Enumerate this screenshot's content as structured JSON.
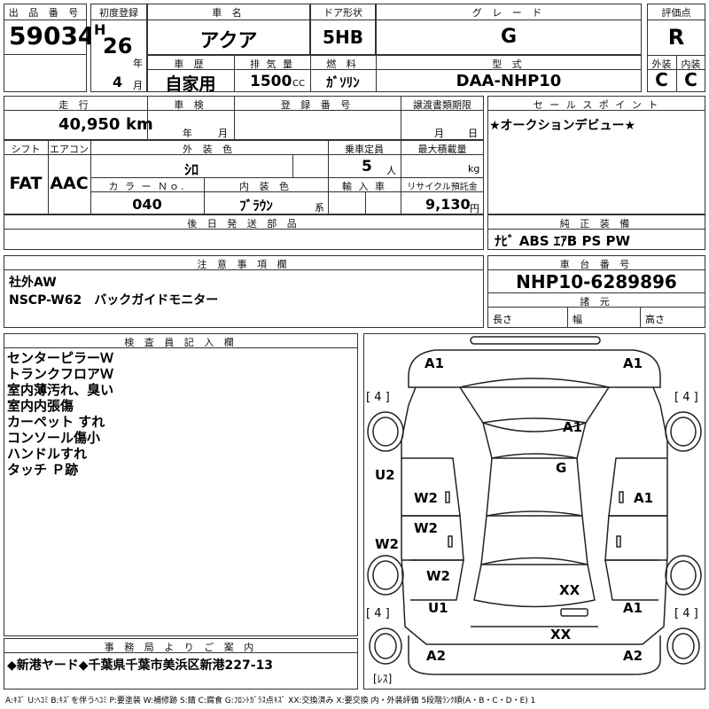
{
  "header": {
    "lot_label": "出 品 番 号",
    "lot_number": "59034",
    "first_reg_label": "初度登録",
    "era": "H",
    "year": "26",
    "year_unit": "年",
    "month": "4",
    "month_unit": "月",
    "car_name_label": "車 名",
    "car_name": "アクア",
    "door_label": "ドア形状",
    "door": "5HB",
    "grade_label": "グ レ ー ド",
    "grade": "G",
    "score_label": "評価点",
    "score": "R",
    "history_label": "車 歴",
    "history": "自家用",
    "displacement_label": "排 気 量",
    "displacement": "1500",
    "displacement_unit": "CC",
    "fuel_label": "燃 料",
    "fuel": "ｶﾞｿﾘﾝ",
    "model_label": "型 式",
    "model": "DAA-NHP10",
    "exterior_label": "外装",
    "exterior": "C",
    "interior_label": "内装",
    "interior": "C"
  },
  "row2": {
    "mileage_label": "走 行",
    "mileage": "40,950",
    "mileage_unit": "km",
    "inspection_label": "車 検",
    "insp_year_unit": "年",
    "insp_month_unit": "月",
    "reg_label": "登 録 番 号",
    "transfer_label": "譲渡書類期限",
    "transfer_month_unit": "月",
    "transfer_day_unit": "日",
    "sales_point_label": "セ ー ル ス ポ イ ン ト",
    "sales_point": "★オークションデビュー★"
  },
  "row3": {
    "shift_label": "シフト",
    "shift": "FAT",
    "ac_label": "エアコン",
    "ac": "AAC",
    "ext_color_label": "外 装 色",
    "ext_color": "ｼﾛ",
    "capacity_label": "乗車定員",
    "capacity": "5",
    "capacity_unit": "人",
    "max_load_label": "最大積載量",
    "max_load_unit": "kg",
    "color_no_label": "カ ラ ー Ｎｏ.",
    "color_no": "040",
    "int_color_label": "内 装 色",
    "int_color": "ﾌﾞﾗｳﾝ",
    "int_color_unit": "系",
    "import_label": "輸 入 車",
    "recycle_label": "リサイクル預託金",
    "recycle": "9,130",
    "recycle_unit": "円",
    "later_parts_label": "後 日 発 送 部 品",
    "equipment_label": "純 正 装 備",
    "equipment": "ﾅﾋﾞ  ABS  ｴｱB  PS  PW"
  },
  "notes": {
    "label": "注 意 事 項 欄",
    "lines": [
      "社外AW",
      "NSCP-W62　バックガイドモニター"
    ]
  },
  "chassis": {
    "label": "車 台 番 号",
    "number": "NHP10-6289896",
    "dims_label": "諸 元",
    "length_label": "長さ",
    "width_label": "幅",
    "height_label": "高さ"
  },
  "inspector": {
    "label": "検 査 員 記 入 欄",
    "lines": [
      "センターピラーＷ",
      "トランクフロアＷ",
      "室内薄汚れ、臭い",
      "室内内張傷",
      "カーペット すれ",
      "コンソール傷小",
      "ハンドルすれ",
      "タッチ Ｐ跡"
    ]
  },
  "office": {
    "label": "事 務 局 よ り ご 案 内",
    "message": "◆新港ヤード◆千葉県千葉市美浜区新港227-13"
  },
  "diagram": {
    "tire_labels": [
      "[ 4 ]",
      "[ 4 ]",
      "[ 4 ]",
      "[ 4 ]"
    ],
    "spare_label": "[ﾚｽ]",
    "damage_marks": {
      "front_left": "A1",
      "front_right": "A1",
      "hood": "A1",
      "roof": "G",
      "left_front_door": "W2",
      "left_rear_door": "W2",
      "left_rocker": "W2",
      "left_quarter": "W2",
      "left_pillar": "U2",
      "right_front_door": "A1",
      "rear_glass": "XX",
      "rear_left": "U1",
      "rear_right": "A1",
      "trunk": "XX",
      "bumper_left": "A2",
      "bumper_right": "A2"
    }
  },
  "legend": "A:ｷｽﾞ  U:ﾍｺﾐ  B:ｷｽﾞを伴うﾍｺﾐ  P:要塗装  W:補修跡  S:錆  C:腐食  G:ﾌﾛﾝﾄｶﾞﾗｽ点ｷｽﾞ  XX:交換済み  X:要交換  内・外装評価  5段階ﾗﾝｸ順(A・B・C・D・E)  1"
}
